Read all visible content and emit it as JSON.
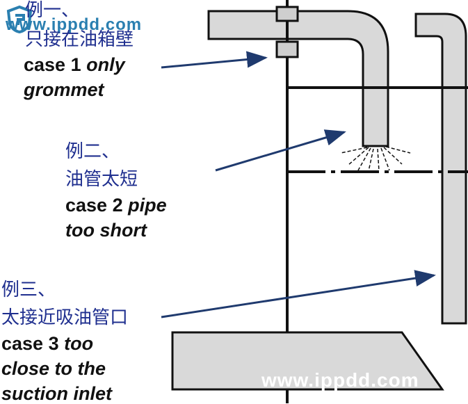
{
  "watermark": {
    "text_top": "www.ippdd.com",
    "text_bottom": "www.ippdd.com"
  },
  "cases": {
    "case1": {
      "zh_line1": "例一、",
      "zh_line2": "只接在油箱壁",
      "en_prefix": "case 1",
      "en_italic": "only",
      "en_line2": "grommet"
    },
    "case2": {
      "zh_line1": "例二、",
      "zh_line2": "油管太短",
      "en_prefix": "case 2",
      "en_italic": "pipe",
      "en_line2": "too short"
    },
    "case3": {
      "zh_line1": "例三、",
      "zh_line2": "太接近吸油管口",
      "en_prefix": "case 3",
      "en_italic": "too",
      "en_line2": "close to the",
      "en_line3": "suction inlet"
    }
  },
  "colors": {
    "pipe_fill": "#d9d9d9",
    "outline": "#111111",
    "arrow": "#1f3a6e",
    "zh_text": "#1f2f8f",
    "watermark": "#2a7fb0"
  }
}
